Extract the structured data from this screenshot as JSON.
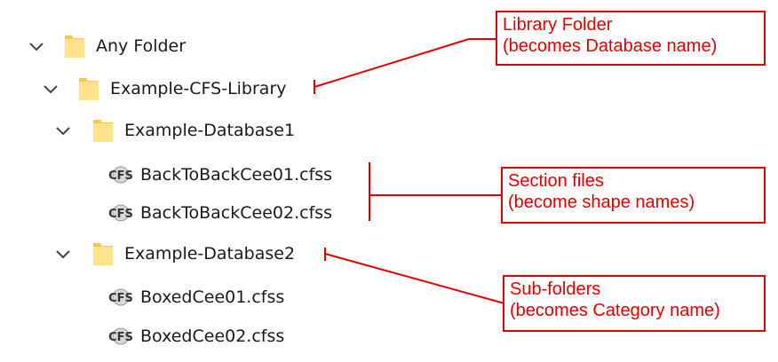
{
  "tree": {
    "any_folder": "Any Folder",
    "library": "Example-CFS-Library",
    "database1": "Example-Database1",
    "db1_file1": "BackToBackCee01.cfss",
    "db1_file2": "BackToBackCee02.cfss",
    "database2": "Example-Database2",
    "db2_file1": "BoxedCee01.cfss",
    "db2_file2": "BoxedCee02.cfss",
    "cfs_icon_text": "CFS"
  },
  "callouts": {
    "library_folder": {
      "line1": "Library Folder",
      "line2": "(becomes Database name)"
    },
    "section_files": {
      "line1": "Section files",
      "line2": "(become shape names)"
    },
    "sub_folders": {
      "line1": "Sub-folders",
      "line2": "(becomes Category name)"
    }
  },
  "colors": {
    "annotation": "#e00000",
    "folder_fill": "#ffe38a",
    "folder_tab": "#f2c94c"
  }
}
